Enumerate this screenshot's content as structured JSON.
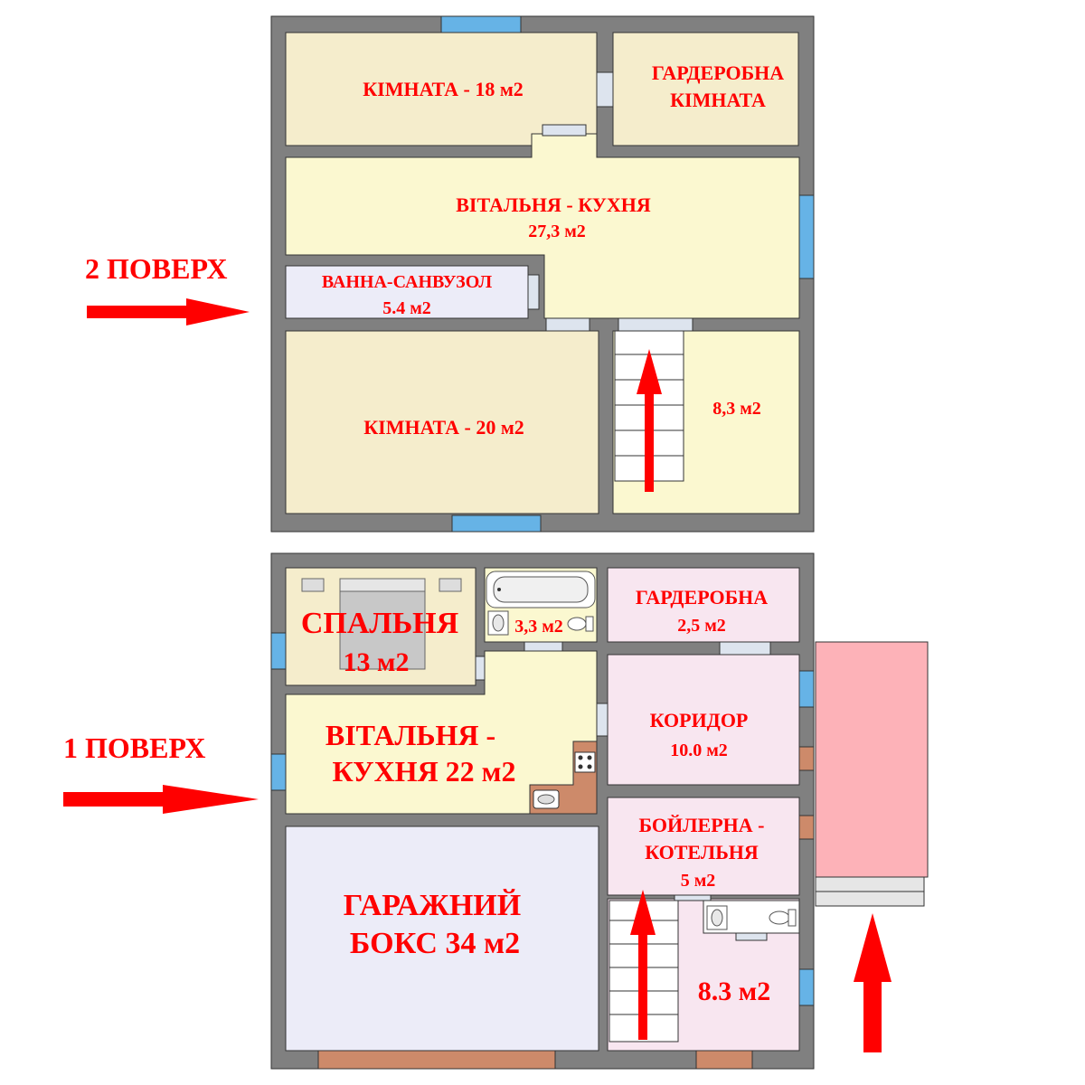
{
  "floors": {
    "second": {
      "label": "2 ПОВЕРХ",
      "rooms": {
        "room18": {
          "line1": "КІМНАТА - 18 м2"
        },
        "wardrobe": {
          "line1": "ГАРДЕРОБНА",
          "line2": "КІМНАТА"
        },
        "living": {
          "line1": "ВІТАЛЬНЯ - КУХНЯ",
          "line2": "27,3 м2"
        },
        "bath": {
          "line1": "ВАННА-САНВУЗОЛ",
          "line2": "5.4 м2"
        },
        "room20": {
          "line1": "КІМНАТА - 20 м2"
        },
        "stair_area": {
          "line1": "8,3 м2"
        }
      }
    },
    "first": {
      "label": "1 ПОВЕРХ",
      "rooms": {
        "bedroom": {
          "line1": "СПАЛЬНЯ",
          "line2": "13 м2"
        },
        "bathroom": {
          "line1": "3,3 м2"
        },
        "wardrobe": {
          "line1": "ГАРДЕРОБНА",
          "line2": "2,5 м2"
        },
        "corridor": {
          "line1": "КОРИДОР",
          "line2": "10.0 м2"
        },
        "living": {
          "line1": "ВІТАЛЬНЯ -",
          "line2": "КУХНЯ 22 м2"
        },
        "boiler": {
          "line1": "БОЙЛЕРНА -",
          "line2": "КОТЕЛЬНЯ",
          "line3": "5 м2"
        },
        "garage": {
          "line1": "ГАРАЖНИЙ",
          "line2": "БОКС 34 м2"
        },
        "stair_area": {
          "line1": "8.3 м2"
        }
      }
    }
  },
  "colors": {
    "wall": "#808080",
    "arrow": "#ff0000",
    "window": "#66b3e6",
    "room_beige": "#f5edcc",
    "room_yellow": "#fbf8d0",
    "room_pink": "#f8e6f0",
    "room_lavender": "#ececf8",
    "porch": "#fdb2b8",
    "door_brown": "#cd8a6a"
  }
}
